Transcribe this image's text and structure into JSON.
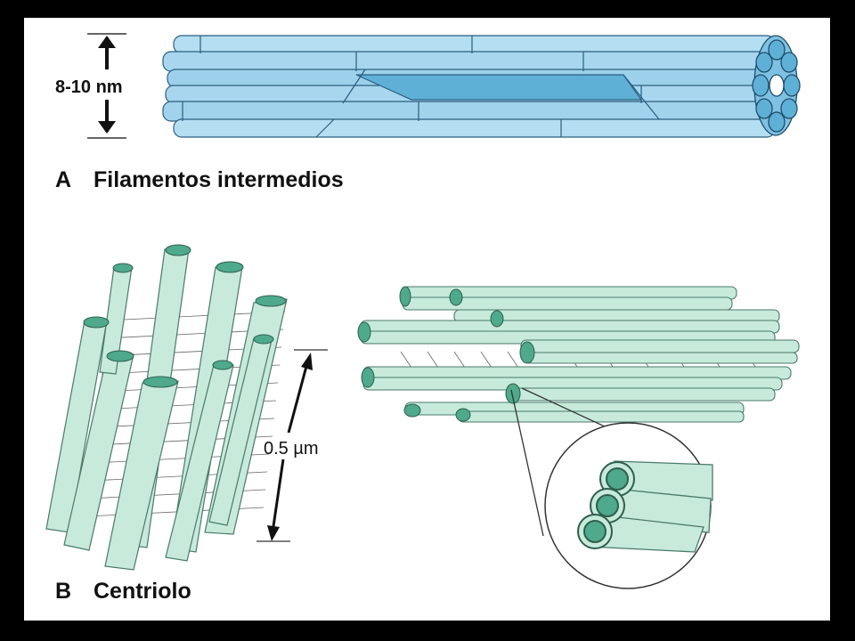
{
  "figure_a": {
    "dimension_label": "8-10 nm",
    "letter": "A",
    "caption": "Filamentos intermedios"
  },
  "figure_b": {
    "dimension_label": "0.5 µm",
    "letter": "B",
    "caption": "Centriolo"
  },
  "colors": {
    "filament_fill": "#a9d7ef",
    "filament_dark": "#5fb0d6",
    "filament_stroke": "#2b5f80",
    "centriole_fill": "#c7eadb",
    "centriole_dark": "#4fa98c",
    "centriole_stroke": "#4a7a68",
    "frame": "#000000"
  }
}
